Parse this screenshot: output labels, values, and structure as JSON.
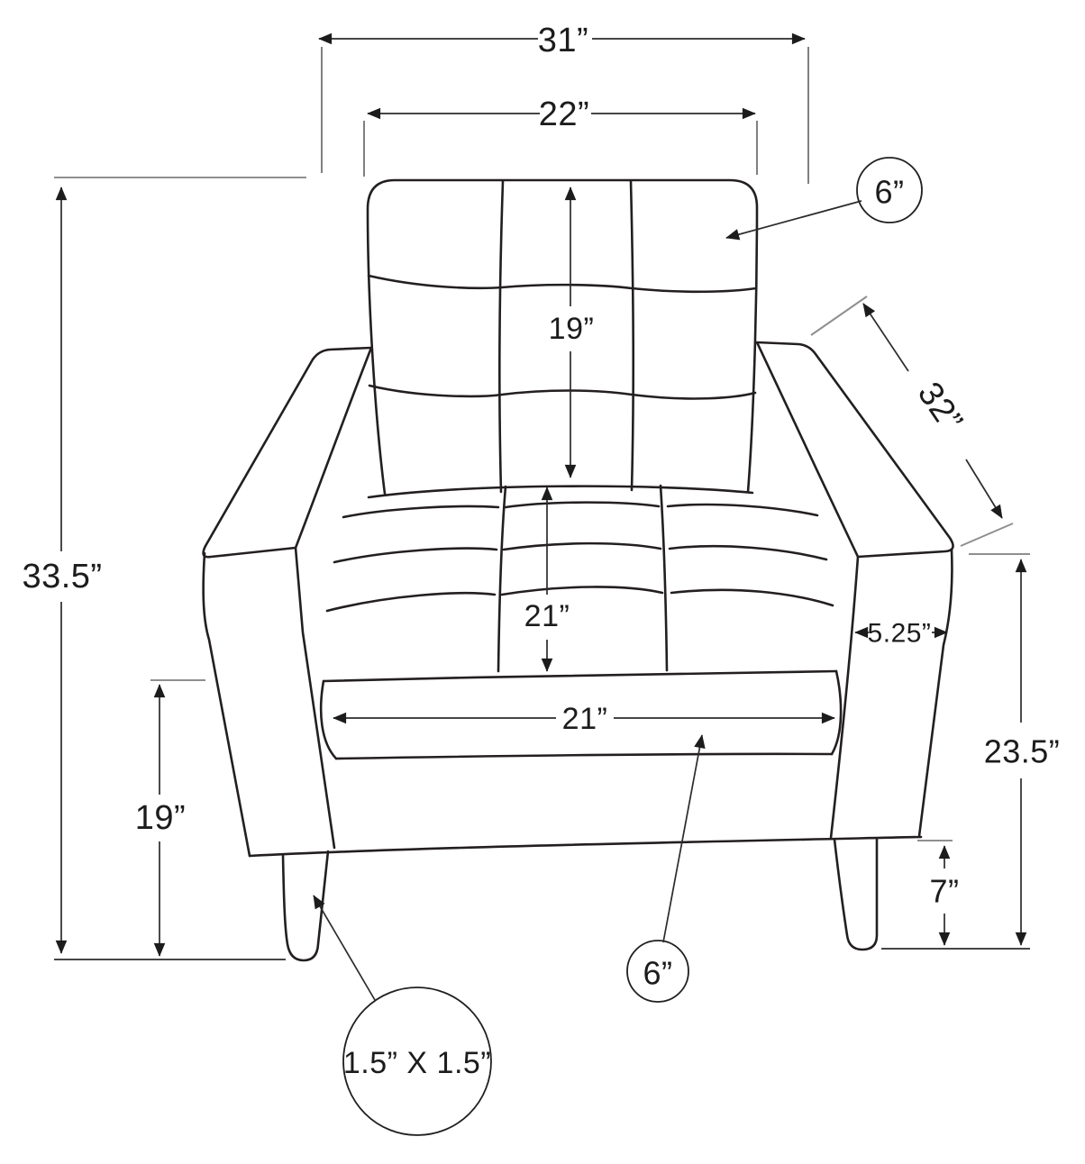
{
  "figure": {
    "type": "furniture-dimension-diagram",
    "subject": "Tufted accent armchair, front view with dimension callouts",
    "background_color": "#ffffff",
    "line_color": "#231f20",
    "dimension_line_color": "#2b2b2b",
    "tick_color": "#8f8f8f"
  },
  "dimensions": {
    "overall_width": "31”",
    "backrest_width": "22”",
    "backrest_height": "19”",
    "overall_height": "33.5”",
    "arm_diagonal_length": "32”",
    "seat_cushion_depth": "21”",
    "seat_cushion_width": "21”",
    "arm_top_width": "5.25”",
    "arm_height": "23.5”",
    "seat_height": "19”",
    "leg_height": "7”",
    "backrest_thickness_callout": "6”",
    "seat_base_thickness_callout": "6”",
    "leg_cross_section_callout": "1.5” X 1.5”"
  }
}
